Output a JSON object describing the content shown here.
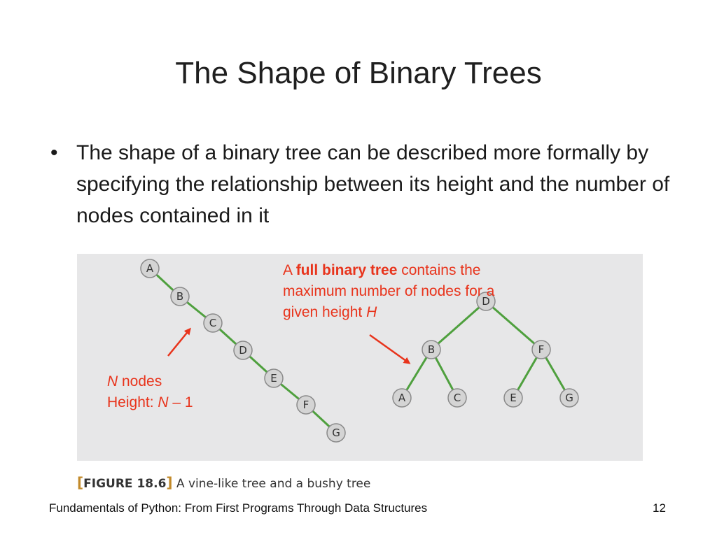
{
  "slide": {
    "title": "The Shape of Binary Trees",
    "bullet": "The shape of a binary tree can be described more formally by specifying the relationship between its height and the number of nodes contained in it",
    "footer": "Fundamentals of Python: From First Programs Through Data Structures",
    "page_number": "12"
  },
  "figure": {
    "vine_nodes": [
      "A",
      "B",
      "C",
      "D",
      "E",
      "F",
      "G"
    ],
    "bushy_nodes": {
      "root": "D",
      "level1": [
        "B",
        "F"
      ],
      "level2": [
        "A",
        "C",
        "E",
        "G"
      ]
    },
    "left_annotation": {
      "n": "N",
      "nodes": " nodes",
      "height_label": "Height: ",
      "height_n": "N",
      "height_rest": " – 1"
    },
    "right_annotation": {
      "a": "A ",
      "bold": "full binary tree",
      "rest": " contains the maximum number of nodes for a given height ",
      "h": "H"
    },
    "caption_label": "FIGURE 18.6",
    "caption_text": " A vine-like tree and a bushy tree",
    "colors": {
      "edge": "#4fa03e",
      "node_fill": "#d4d4d4",
      "node_stroke": "#8a8a8a",
      "annotation": "#e8341c",
      "background": "#e7e7e8"
    }
  }
}
